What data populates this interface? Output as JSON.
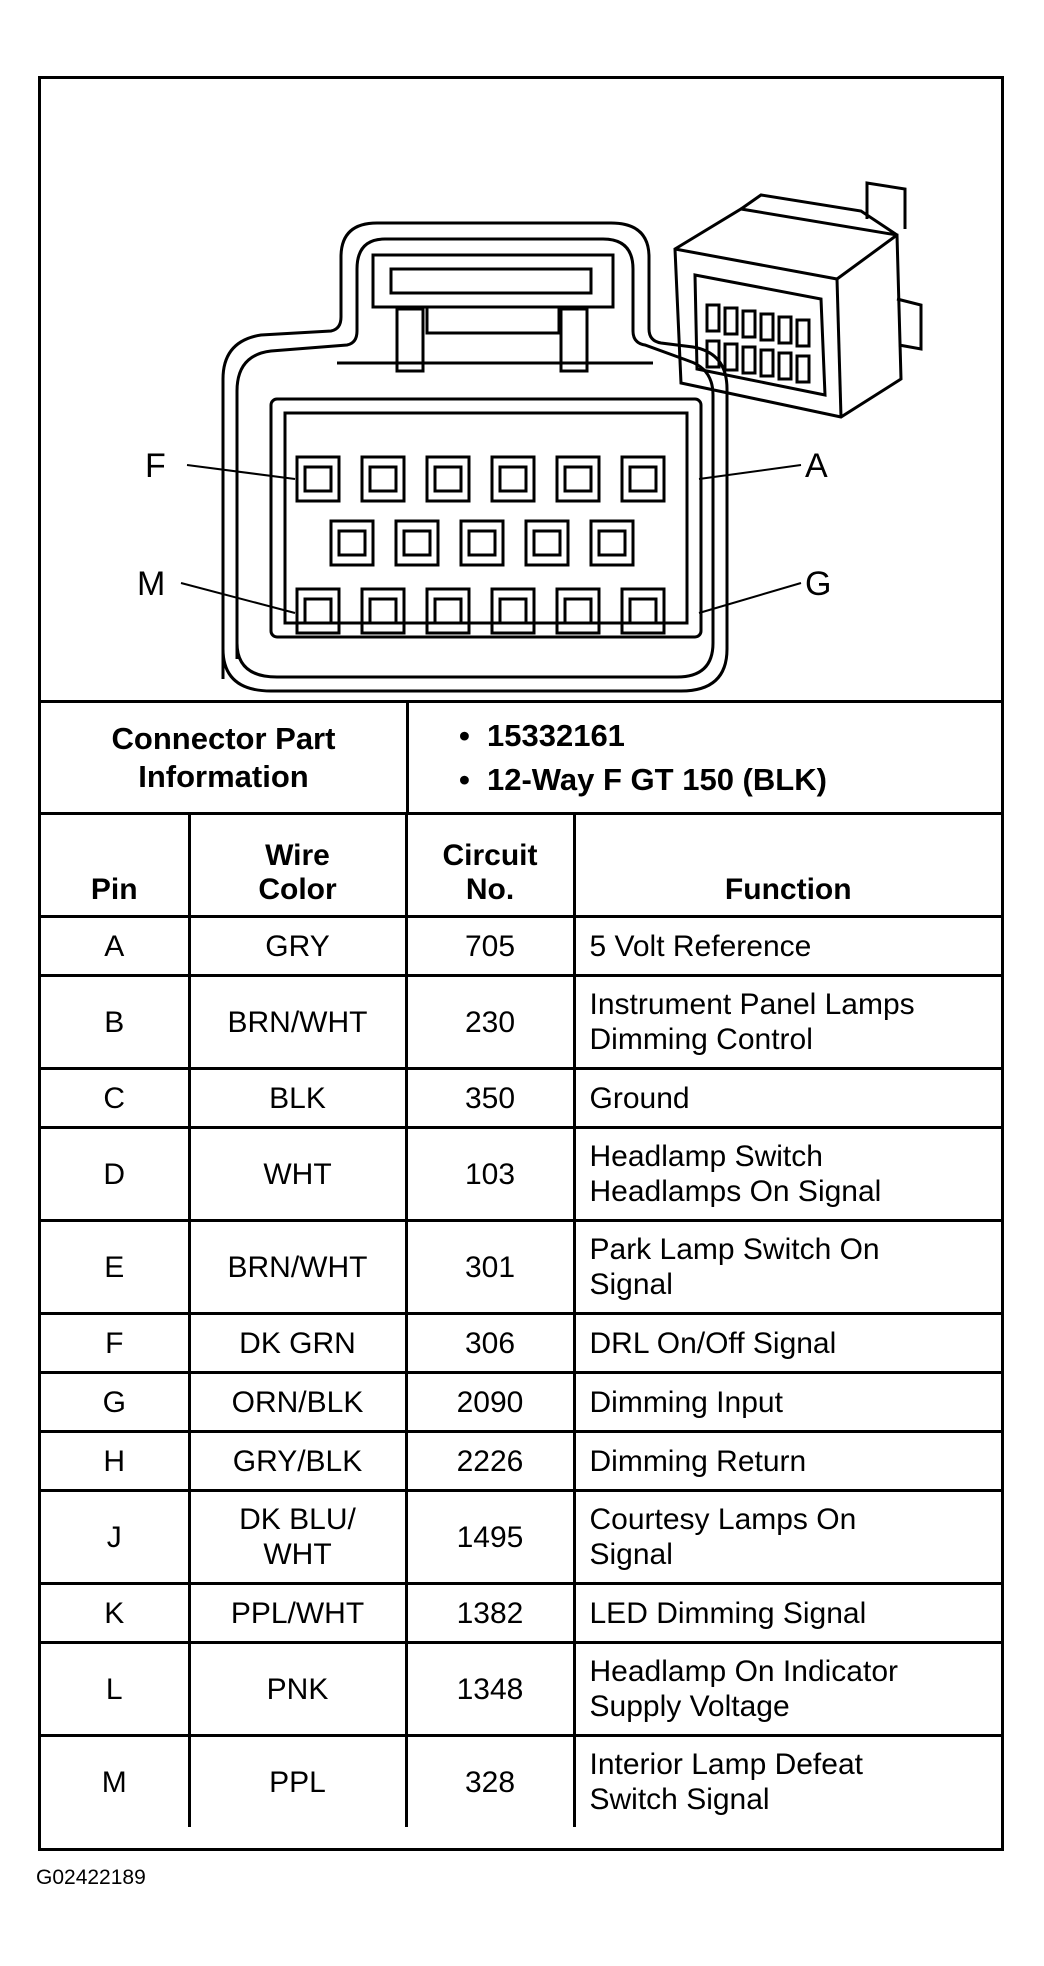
{
  "connector": {
    "pin_callouts": {
      "top_left": "F",
      "top_right": "A",
      "bottom_left": "M",
      "bottom_right": "G"
    },
    "info_label": "Connector Part\nInformation",
    "info_items": [
      "15332161",
      "12-Way F GT 150 (BLK)"
    ]
  },
  "table": {
    "headers": {
      "pin": "Pin",
      "wire_color": "Wire\nColor",
      "circuit_no": "Circuit\nNo.",
      "function": "Function"
    },
    "rows": [
      {
        "pin": "A",
        "wire": "GRY",
        "circuit": "705",
        "function": "5 Volt Reference",
        "tall": false
      },
      {
        "pin": "B",
        "wire": "BRN/WHT",
        "circuit": "230",
        "function": "Instrument Panel Lamps\nDimming Control",
        "tall": true
      },
      {
        "pin": "C",
        "wire": "BLK",
        "circuit": "350",
        "function": "Ground",
        "tall": false
      },
      {
        "pin": "D",
        "wire": "WHT",
        "circuit": "103",
        "function": "Headlamp Switch\nHeadlamps On Signal",
        "tall": true
      },
      {
        "pin": "E",
        "wire": "BRN/WHT",
        "circuit": "301",
        "function": "Park Lamp Switch On\nSignal",
        "tall": true
      },
      {
        "pin": "F",
        "wire": "DK GRN",
        "circuit": "306",
        "function": "DRL On/Off Signal",
        "tall": false
      },
      {
        "pin": "G",
        "wire": "ORN/BLK",
        "circuit": "2090",
        "function": "Dimming Input",
        "tall": false
      },
      {
        "pin": "H",
        "wire": "GRY/BLK",
        "circuit": "2226",
        "function": "Dimming Return",
        "tall": false
      },
      {
        "pin": "J",
        "wire": "DK BLU/\nWHT",
        "circuit": "1495",
        "function": "Courtesy Lamps On\nSignal",
        "tall": true
      },
      {
        "pin": "K",
        "wire": "PPL/WHT",
        "circuit": "1382",
        "function": "LED Dimming Signal",
        "tall": false
      },
      {
        "pin": "L",
        "wire": "PNK",
        "circuit": "1348",
        "function": "Headlamp On Indicator\nSupply Voltage",
        "tall": true
      },
      {
        "pin": "M",
        "wire": "PPL",
        "circuit": "328",
        "function": "Interior Lamp Defeat\nSwitch Signal",
        "tall": true
      }
    ]
  },
  "figure_id": "G02422189"
}
